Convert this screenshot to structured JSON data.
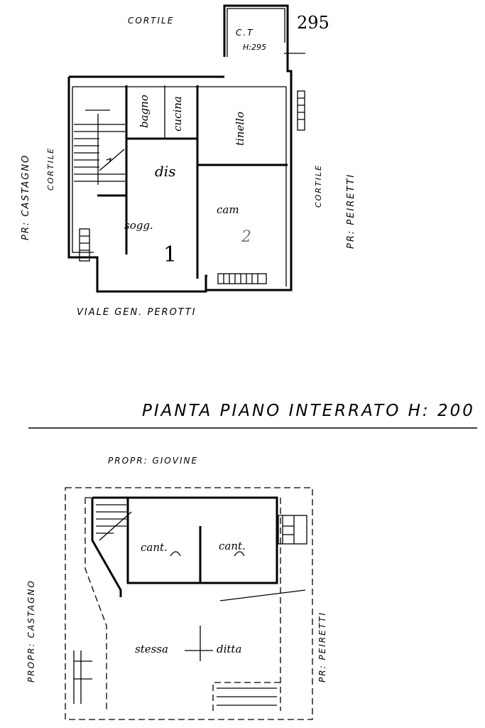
{
  "ground_floor": {
    "north_label": "CORTILE",
    "ct_label": "C.T",
    "ct_height": "H:295",
    "height_note": "295",
    "rooms": {
      "bagno": "bagno",
      "cucina": "cucina",
      "tinello": "tinello",
      "dis": "dis",
      "sogg": "sogg.",
      "sogg_num": "1",
      "cam": "cam",
      "cam_num": "2"
    },
    "west_owner": "PR: CASTAGNO",
    "west_court": "CORTILE",
    "east_court": "CORTILE",
    "east_owner": "PR: PEIRETTI",
    "street": "VIALE GEN. PEROTTI"
  },
  "basement": {
    "title": "PIANTA PIANO INTERRATO H: 200",
    "north_owner": "PROPR: GIOVINE",
    "rooms": {
      "cant1": "cant.",
      "cant2": "cant.",
      "stessa": "stessa",
      "ditta": "ditta"
    },
    "west_owner": "PROPR: CASTAGNO",
    "east_owner": "PR: PEIRETTI"
  }
}
